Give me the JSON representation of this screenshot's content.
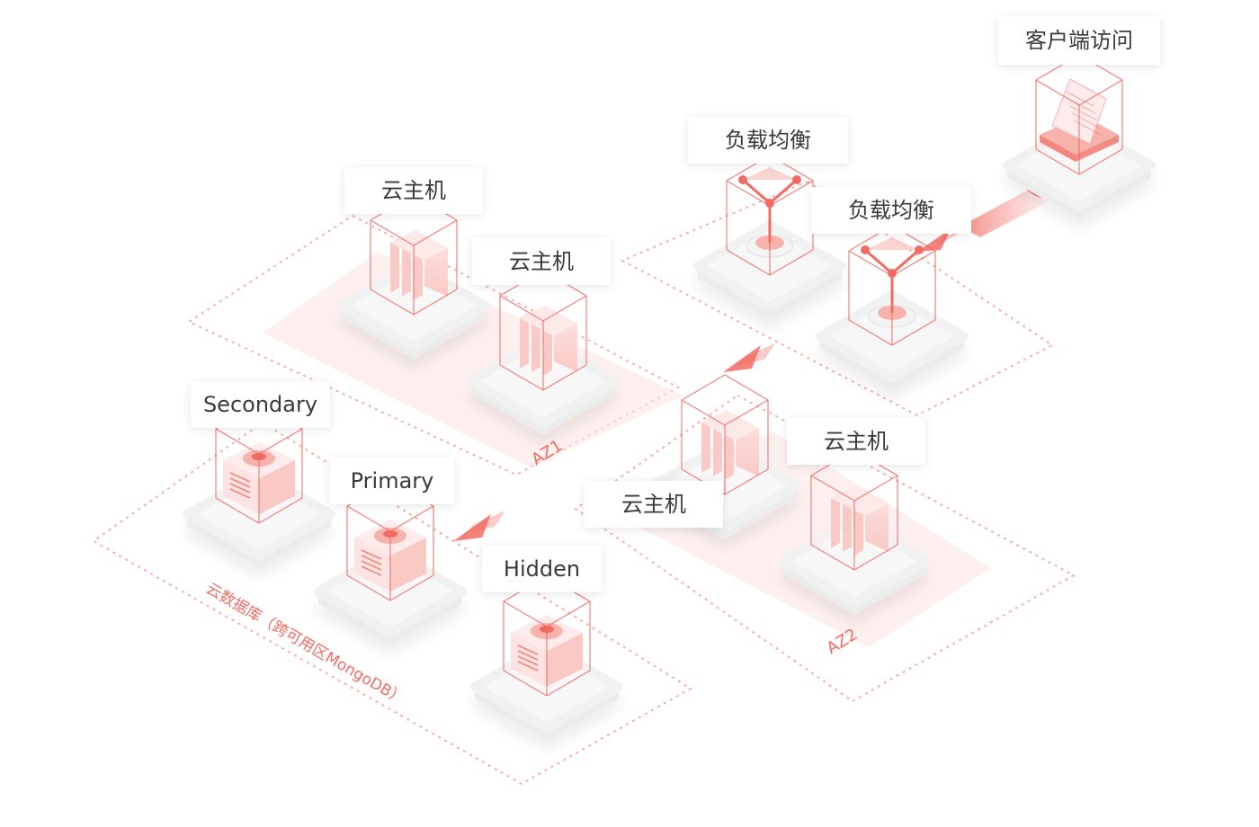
{
  "colors": {
    "accent": "#f26b63",
    "accent_light": "#fbe3e1",
    "platform": "#f7f7f7",
    "label_text": "#3a3a3a"
  },
  "labels": {
    "client_access": "客户端访问",
    "load_balancer_1": "负载均衡",
    "load_balancer_2": "负载均衡",
    "az1_cvm_1": "云主机",
    "az1_cvm_2": "云主机",
    "az2_cvm_1": "云主机",
    "az2_cvm_2": "云主机",
    "db_secondary": "Secondary",
    "db_primary": "Primary",
    "db_hidden": "Hidden"
  },
  "zones": {
    "az1": "AZ1",
    "az2": "AZ2",
    "database": "云数据库（跨可用区MongoDB）"
  },
  "icons": {
    "client": "laptop-icon",
    "load_balancer": "load-balancer-icon",
    "server": "server-rack-icon",
    "database": "database-node-icon"
  }
}
